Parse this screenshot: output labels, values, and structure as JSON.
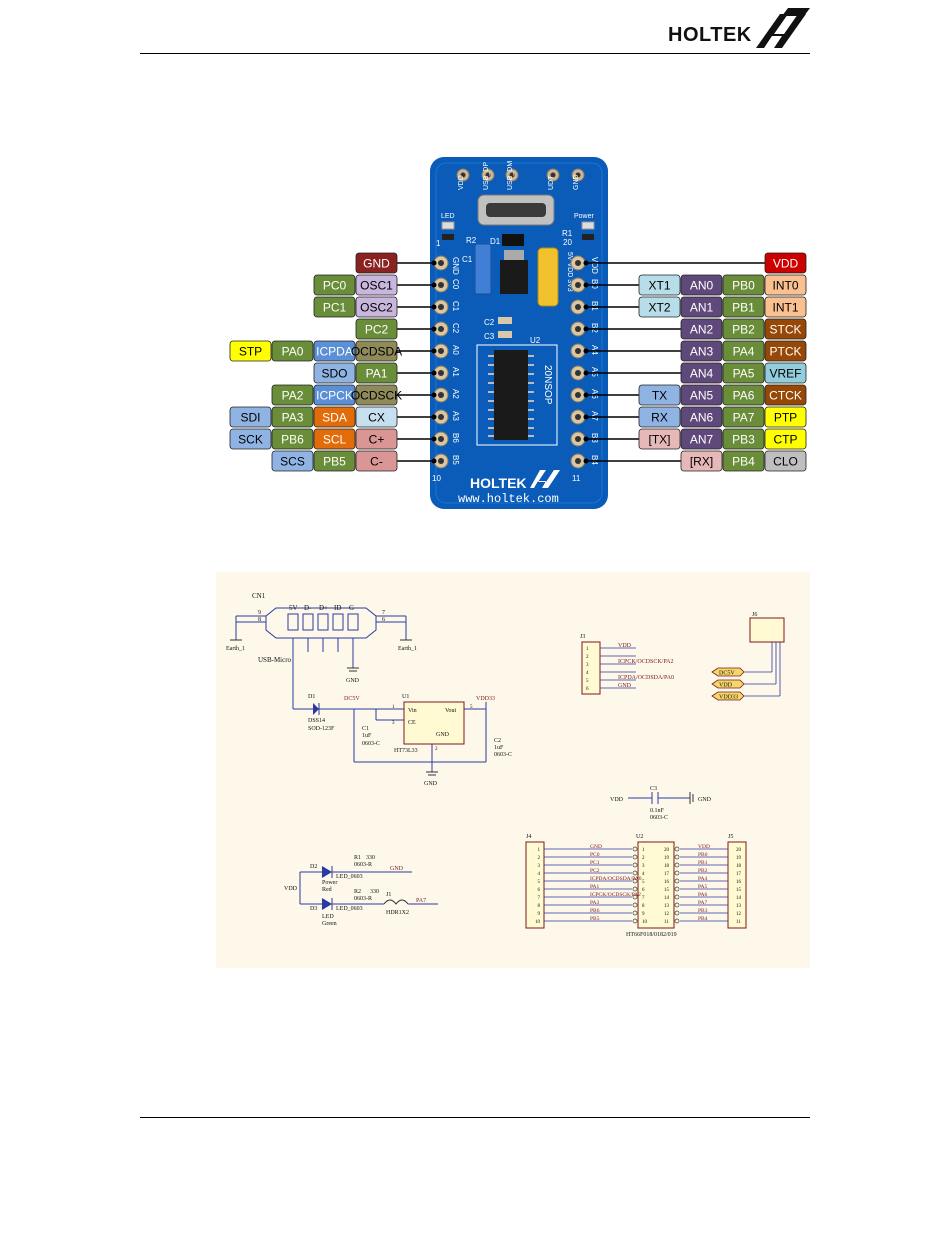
{
  "header": {
    "brand": "HOLTEK"
  },
  "board": {
    "top_pins": [
      "VDD",
      "USB_DP",
      "USB_DM",
      "UDT",
      "GND"
    ],
    "led_labels": {
      "left": "LED",
      "right": "Power"
    },
    "silk": {
      "r2": "R2",
      "r1": "R1",
      "d1": "D1",
      "c1": "C1",
      "c2": "C2",
      "c3": "C3",
      "u2": "U2",
      "pin1": "1",
      "pin20": "20",
      "pin10": "10",
      "pin11": "11",
      "jumper": "5V VDD 3V3",
      "package": "20NSOP"
    },
    "left_pins": [
      "GND",
      "C0",
      "C1",
      "C2",
      "A0",
      "A1",
      "A2",
      "A3",
      "B6",
      "B5"
    ],
    "right_pins": [
      "VDD",
      "B0",
      "B1",
      "B2",
      "A4",
      "A5",
      "A6",
      "A7",
      "B3",
      "B4"
    ],
    "logo": "HOLTEK",
    "url": "www.holtek.com"
  },
  "left_labels": [
    {
      "row": 0,
      "labels": [
        {
          "text": "GND",
          "color": "#8b2222",
          "fg": "#fff"
        }
      ]
    },
    {
      "row": 1,
      "labels": [
        {
          "text": "PC0",
          "color": "#6a8d3a",
          "fg": "#fff"
        },
        {
          "text": "OSC1",
          "color": "#c8b6dd",
          "fg": "#000"
        }
      ]
    },
    {
      "row": 2,
      "labels": [
        {
          "text": "PC1",
          "color": "#6a8d3a",
          "fg": "#fff"
        },
        {
          "text": "OSC2",
          "color": "#c8b6dd",
          "fg": "#000"
        }
      ]
    },
    {
      "row": 3,
      "labels": [
        {
          "text": "PC2",
          "color": "#6a8d3a",
          "fg": "#fff"
        }
      ]
    },
    {
      "row": 4,
      "labels": [
        {
          "text": "STP",
          "color": "#ffff00",
          "fg": "#000"
        },
        {
          "text": "PA0",
          "color": "#6a8d3a",
          "fg": "#fff"
        },
        {
          "text": "ICPDA",
          "color": "#5b8fd6",
          "fg": "#fff"
        },
        {
          "text": "OCDSDA",
          "color": "#8f8a5a",
          "fg": "#000"
        }
      ]
    },
    {
      "row": 5,
      "labels": [
        {
          "text": "SDO",
          "color": "#8fb4e3",
          "fg": "#000"
        },
        {
          "text": "PA1",
          "color": "#6a8d3a",
          "fg": "#fff"
        }
      ]
    },
    {
      "row": 6,
      "labels": [
        {
          "text": "PA2",
          "color": "#6a8d3a",
          "fg": "#fff"
        },
        {
          "text": "ICPCK",
          "color": "#5b8fd6",
          "fg": "#fff"
        },
        {
          "text": "OCDSCK",
          "color": "#8f8a5a",
          "fg": "#000"
        }
      ]
    },
    {
      "row": 7,
      "labels": [
        {
          "text": "SDI",
          "color": "#8fb4e3",
          "fg": "#000"
        },
        {
          "text": "PA3",
          "color": "#6a8d3a",
          "fg": "#fff"
        },
        {
          "text": "SDA",
          "color": "#e36c0a",
          "fg": "#fff"
        },
        {
          "text": "CX",
          "color": "#c6e0ef",
          "fg": "#000"
        }
      ]
    },
    {
      "row": 8,
      "labels": [
        {
          "text": "SCK",
          "color": "#8fb4e3",
          "fg": "#000"
        },
        {
          "text": "PB6",
          "color": "#6a8d3a",
          "fg": "#fff"
        },
        {
          "text": "SCL",
          "color": "#e36c0a",
          "fg": "#fff"
        },
        {
          "text": "C+",
          "color": "#d99694",
          "fg": "#000"
        }
      ]
    },
    {
      "row": 9,
      "labels": [
        {
          "text": "SCS",
          "color": "#8fb4e3",
          "fg": "#000"
        },
        {
          "text": "PB5",
          "color": "#6a8d3a",
          "fg": "#fff"
        },
        {
          "text": "C-",
          "color": "#d99694",
          "fg": "#000"
        }
      ]
    }
  ],
  "right_labels": [
    {
      "row": 0,
      "labels": [
        {
          "text": "VDD",
          "color": "#cc0000",
          "fg": "#fff"
        }
      ]
    },
    {
      "row": 1,
      "labels": [
        {
          "text": "XT1",
          "color": "#b7dde8",
          "fg": "#000"
        },
        {
          "text": "AN0",
          "color": "#5f497a",
          "fg": "#fff"
        },
        {
          "text": "PB0",
          "color": "#6a8d3a",
          "fg": "#fff"
        },
        {
          "text": "INT0",
          "color": "#fac090",
          "fg": "#000"
        }
      ]
    },
    {
      "row": 2,
      "labels": [
        {
          "text": "XT2",
          "color": "#b7dde8",
          "fg": "#000"
        },
        {
          "text": "AN1",
          "color": "#5f497a",
          "fg": "#fff"
        },
        {
          "text": "PB1",
          "color": "#6a8d3a",
          "fg": "#fff"
        },
        {
          "text": "INT1",
          "color": "#fac090",
          "fg": "#000"
        }
      ]
    },
    {
      "row": 3,
      "labels": [
        {
          "text": "AN2",
          "color": "#5f497a",
          "fg": "#fff"
        },
        {
          "text": "PB2",
          "color": "#6a8d3a",
          "fg": "#fff"
        },
        {
          "text": "STCK",
          "color": "#974806",
          "fg": "#fff"
        }
      ]
    },
    {
      "row": 4,
      "labels": [
        {
          "text": "AN3",
          "color": "#5f497a",
          "fg": "#fff"
        },
        {
          "text": "PA4",
          "color": "#6a8d3a",
          "fg": "#fff"
        },
        {
          "text": "PTCK",
          "color": "#974806",
          "fg": "#fff"
        }
      ]
    },
    {
      "row": 5,
      "labels": [
        {
          "text": "AN4",
          "color": "#5f497a",
          "fg": "#fff"
        },
        {
          "text": "PA5",
          "color": "#6a8d3a",
          "fg": "#fff"
        },
        {
          "text": "VREF",
          "color": "#92cddc",
          "fg": "#000"
        }
      ]
    },
    {
      "row": 6,
      "labels": [
        {
          "text": "TX",
          "color": "#8fb4e3",
          "fg": "#000"
        },
        {
          "text": "AN5",
          "color": "#5f497a",
          "fg": "#fff"
        },
        {
          "text": "PA6",
          "color": "#6a8d3a",
          "fg": "#fff"
        },
        {
          "text": "CTCK",
          "color": "#974806",
          "fg": "#fff"
        }
      ]
    },
    {
      "row": 7,
      "labels": [
        {
          "text": "RX",
          "color": "#8fb4e3",
          "fg": "#000"
        },
        {
          "text": "AN6",
          "color": "#5f497a",
          "fg": "#fff"
        },
        {
          "text": "PA7",
          "color": "#6a8d3a",
          "fg": "#fff"
        },
        {
          "text": "PTP",
          "color": "#ffff00",
          "fg": "#000"
        }
      ]
    },
    {
      "row": 8,
      "labels": [
        {
          "text": "[TX]",
          "color": "#e6b9b8",
          "fg": "#000"
        },
        {
          "text": "AN7",
          "color": "#5f497a",
          "fg": "#fff"
        },
        {
          "text": "PB3",
          "color": "#6a8d3a",
          "fg": "#fff"
        },
        {
          "text": "CTP",
          "color": "#ffff00",
          "fg": "#000"
        }
      ]
    },
    {
      "row": 9,
      "labels": [
        {
          "text": "[RX]",
          "color": "#e6b9b8",
          "fg": "#000"
        },
        {
          "text": "PB4",
          "color": "#6a8d3a",
          "fg": "#fff"
        },
        {
          "text": "CLO",
          "color": "#bfbfbf",
          "fg": "#000"
        }
      ]
    }
  ],
  "schematic": {
    "usb": {
      "ref": "CN1",
      "name": "USB-Micro",
      "pins": [
        "5V",
        "D-",
        "D+",
        "ID",
        "G"
      ],
      "pin_nums": [
        "9",
        "8",
        "7",
        "6"
      ],
      "earth_left": "Earth_1",
      "earth_right": "Earth_1",
      "gnd": "GND"
    },
    "diode": {
      "ref": "D1",
      "part": "DSS14",
      "pkg": "SOD-123F"
    },
    "net_dc5v": "DC5V",
    "reg": {
      "ref": "U1",
      "part": "HT73L33",
      "vin": "Vin",
      "vout": "Vout",
      "ce": "CE",
      "gnd": "GND",
      "p1": "1",
      "p2": "2",
      "p3": "3",
      "p5": "5"
    },
    "c1": {
      "ref": "C1",
      "val": "1uF",
      "pkg": "0603-C"
    },
    "c2": {
      "ref": "C2",
      "val": "1uF",
      "pkg": "0603-C"
    },
    "vdd33": "VDD33",
    "gnd": "GND",
    "j3": {
      "ref": "J3",
      "pins": [
        "1",
        "2",
        "3",
        "4",
        "5",
        "6"
      ],
      "nets": [
        "VDD",
        "",
        "ICPCK/OCDSCK/PA2",
        "",
        "ICPDA/OCDSDA/PA0",
        "GND"
      ]
    },
    "j6": {
      "ref": "J6",
      "nets": [
        "DC5V",
        "VDD",
        "VDD33"
      ]
    },
    "c3": {
      "ref": "C3",
      "val": "0.1nF",
      "pkg": "0603-C",
      "vdd": "VDD",
      "gnd": "GND"
    },
    "leds": {
      "d2": "D2",
      "d3": "D3",
      "d2_label": "Power",
      "d2_color": "Red",
      "d3_label": "LED",
      "d3_color": "Green",
      "r1": "R1",
      "r1_val": "330",
      "r2": "R2",
      "r2_val": "330",
      "pkg_r": "0603-R",
      "pkg_led": "LED_0603",
      "vdd": "VDD",
      "gnd": "GND",
      "j1": "J1",
      "j1_part": "HDR1X2",
      "pa7": "PA7"
    },
    "u2": {
      "ref": "U2",
      "part": "HT66F018/0182/019",
      "j4": "J4",
      "j5": "J5",
      "left_nets": [
        "GND",
        "PC0",
        "PC1",
        "PC2",
        "ICPDA/OCDSDA/PA0",
        "PA1",
        "ICPCK/OCDSCK/PA2",
        "PA3",
        "PB6",
        "PB5"
      ],
      "right_nets": [
        "VDD",
        "PB0",
        "PB1",
        "PB2",
        "PA4",
        "PA5",
        "PA6",
        "PA7",
        "PB3",
        "PB4"
      ],
      "left_nums": [
        "1",
        "2",
        "3",
        "4",
        "5",
        "6",
        "7",
        "8",
        "9",
        "10"
      ],
      "right_nums": [
        "20",
        "19",
        "18",
        "17",
        "16",
        "15",
        "14",
        "13",
        "12",
        "11"
      ]
    }
  }
}
